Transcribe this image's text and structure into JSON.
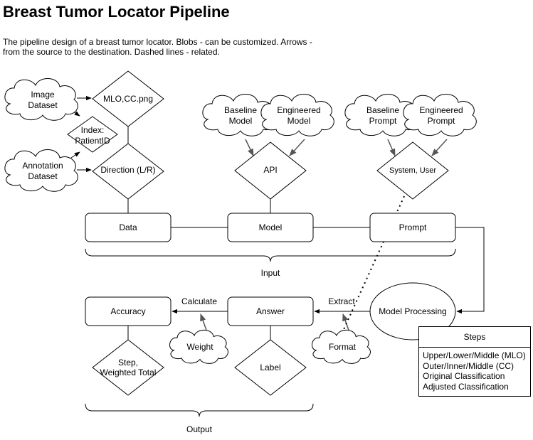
{
  "title": "Breast Tumor Locator Pipeline",
  "description": "The pipeline design of a breast tumor locator. Blobs - can be customized. Arrows - from the source to the destination. Dashed lines - related.",
  "nodes": {
    "image_dataset": [
      "Image",
      "Dataset"
    ],
    "annotation_dataset": [
      "Annotation",
      "Dataset"
    ],
    "mlo_cc": "MLO,CC.png",
    "index": [
      "Index:",
      "PatientID"
    ],
    "direction": "Direction (L/R)",
    "baseline_model": [
      "Baseline",
      "Model"
    ],
    "engineered_model": [
      "Engineered",
      "Model"
    ],
    "api": "API",
    "baseline_prompt": [
      "Baseline",
      "Prompt"
    ],
    "engineered_prompt": [
      "Engineered",
      "Prompt"
    ],
    "system_user": "System, User",
    "data": "Data",
    "model": "Model",
    "prompt": "Prompt",
    "input_label": "Input",
    "model_processing": "Model Processing",
    "extract": "Extract",
    "format": "Format",
    "answer": "Answer",
    "label": "Label",
    "calculate": "Calculate",
    "weight": "Weight",
    "accuracy": "Accuracy",
    "step_weighted": [
      "Step,",
      "Weighted Total"
    ],
    "output_label": "Output"
  },
  "steps": {
    "title": "Steps",
    "items": [
      "Upper/Lower/Middle (MLO)",
      "Outer/Inner/Middle (CC)",
      "Original Classification",
      "Adjusted Classification"
    ]
  }
}
